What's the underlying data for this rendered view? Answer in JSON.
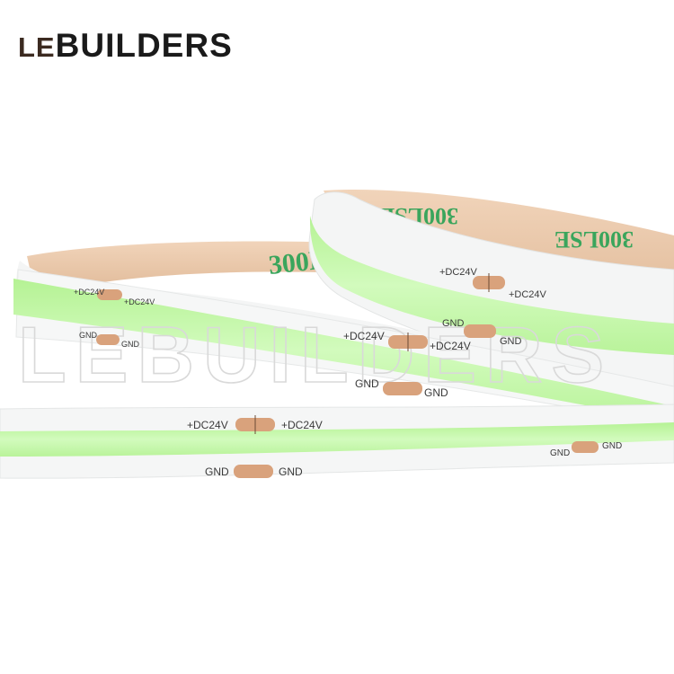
{
  "logo": {
    "text": "LEBUILDERS",
    "lead": "LE",
    "rest": "BUILDERS"
  },
  "watermark": "LEBUILDERS",
  "strip": {
    "power_label": "+DC24V",
    "ground_label": "GND",
    "tape_text": "300LSE",
    "tape_text_mirrored": "3OOLSE",
    "colors": {
      "led": "#c4f9a8",
      "pcb": "#f4f5f5",
      "tape": "#e9c8ab",
      "pad": "#d9a27c",
      "print": "#3aa55c"
    }
  }
}
